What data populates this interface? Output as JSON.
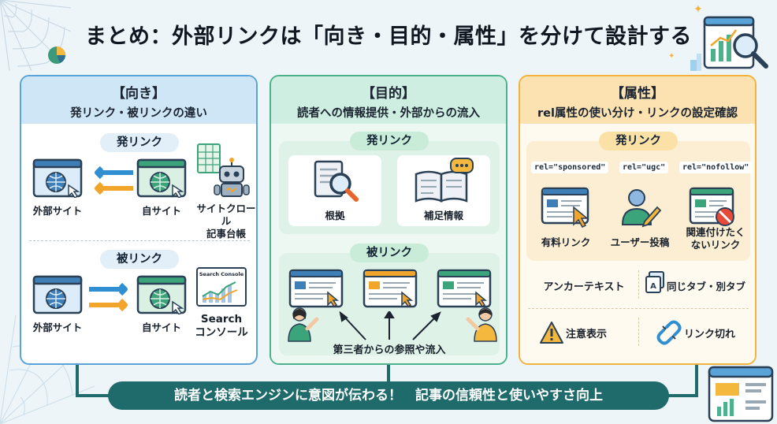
{
  "title": "まとめ：外部リンクは「向き・目的・属性」を分けて設計する",
  "columns": [
    {
      "heading": "【向き】",
      "subheading": "発リンク・被リンクの違い",
      "outgoing": {
        "label": "発リンク",
        "external_site": "外部サイト",
        "own_site": "自サイト",
        "crawler": "サイトクロール\n記事台帳"
      },
      "incoming": {
        "label": "被リンク",
        "external_site": "外部サイト",
        "own_site": "自サイト",
        "search_console_screen": "Search Console",
        "search_console": "Search\nコンソール"
      }
    },
    {
      "heading": "【目的】",
      "subheading": "読者への情報提供・外部からの流入",
      "outgoing": {
        "label": "発リンク",
        "items": [
          "根拠",
          "補足情報"
        ]
      },
      "incoming": {
        "label": "被リンク",
        "caption": "第三者からの参照や流入"
      }
    },
    {
      "heading": "【属性】",
      "subheading": "rel属性の使い分け・リンクの設定確認",
      "outgoing": {
        "label": "発リンク",
        "tags": [
          "rel=\"sponsored\"",
          "rel=\"ugc\"",
          "rel=\"nofollow\""
        ],
        "items": [
          "有料リンク",
          "ユーザー投稿",
          "関連付けたく\nないリンク"
        ]
      },
      "checks": [
        "アンカーテキスト",
        "同じタブ・別タブ",
        "注意表示",
        "リンク切れ"
      ]
    }
  ],
  "banner": "読者と検索エンジンに意図が伝わる！　記事の信頼性と使いやすさ向上",
  "colors": {
    "blue": "#5aa3d8",
    "green": "#4db28c",
    "orange": "#f2b23d",
    "banner": "#1f6a6a",
    "arrow_blue": "#2f8fd0",
    "arrow_orange": "#f2a52b"
  },
  "icons": [
    "spider-web-icon",
    "pie-chart-icon",
    "magnifier-chart-icon",
    "dashboard-icon",
    "browser-globe-icon",
    "spreadsheet-icon",
    "robot-icon",
    "search-console-icon",
    "document-magnifier-icon",
    "open-book-icon",
    "webpage-cursor-icon",
    "person-icon",
    "user-pencil-icon",
    "blocked-page-icon",
    "warning-icon",
    "tab-icon",
    "broken-link-icon"
  ]
}
